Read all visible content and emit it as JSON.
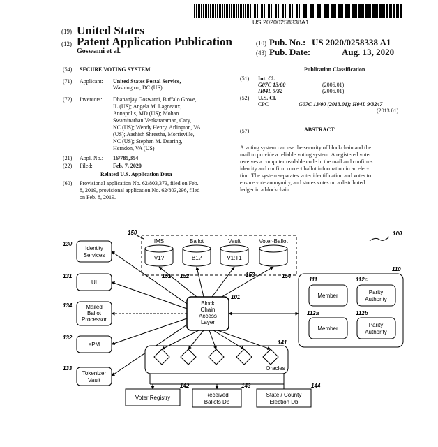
{
  "header": {
    "barcode_number": "US 20200258338A1",
    "country_code": "(19)",
    "country": "United States",
    "type_code": "(12)",
    "type": "Patent Application Publication",
    "inventor_short": "Goswami et al.",
    "pubno_code": "(10)",
    "pubno_label": "Pub. No.:",
    "pubno": "US 2020/0258338 A1",
    "pubdate_code": "(43)",
    "pubdate_label": "Pub. Date:",
    "pubdate": "Aug. 13, 2020"
  },
  "left": {
    "title_code": "(54)",
    "title": "SECURE VOTING SYSTEM",
    "applicant_code": "(71)",
    "applicant_label": "Applicant:",
    "applicant_name": "United States Postal Service,",
    "applicant_loc": "Washington, DC (US)",
    "inventors_code": "(72)",
    "inventors_label": "Inventors:",
    "inventors_lines": [
      "Dhananjay Goswami, Buffalo Grove,",
      "IL (US); Angela M. Lagneaux,",
      "Annapolis, MD (US); Mohan",
      "Swaminathan Venkataraman, Cary,",
      "NC (US); Wendy Henry, Arlington, VA",
      "(US); Aashish Shrestha, Morrisville,",
      "NC (US); Stephen M. Dearing,",
      "Herndon, VA (US)"
    ],
    "applno_code": "(21)",
    "applno_label": "Appl. No.:",
    "applno": "16/785,354",
    "filed_code": "(22)",
    "filed_label": "Filed:",
    "filed": "Feb. 7, 2020",
    "related_heading": "Related U.S. Application Data",
    "prov_code": "(60)",
    "prov_lines": [
      "Provisional application No. 62/803,373, filed on Feb.",
      "8, 2019, provisional application No. 62/803,296, filed",
      "on Feb. 8, 2019."
    ]
  },
  "right": {
    "pub_class_heading": "Publication Classification",
    "intcl_code": "(51)",
    "intcl_label": "Int. Cl.",
    "intcl_rows": [
      {
        "code": "G07C 13/00",
        "date": "(2006.01)"
      },
      {
        "code": "H04L 9/32",
        "date": "(2006.01)"
      }
    ],
    "uscl_code": "(52)",
    "uscl_label": "U.S. Cl.",
    "cpc_label": "CPC",
    "cpc_line1": "G07C 13/00 (2013.01); H04L 9/3247",
    "cpc_line2": "(2013.01)",
    "abstract_code": "(57)",
    "abstract_heading": "ABSTRACT",
    "abstract_lines": [
      "A voting system can use the security of blockchain and the",
      "mail to provide a reliable voting system. A registered voter",
      "receives a computer readable code in the mail and confirms",
      "identity and confirm correct ballot information in an elec-",
      "tion. The system separates voter identification and votes to",
      "ensure vote anonymity, and stores votes on a distributed",
      "ledger in a blockchain."
    ]
  },
  "diagram": {
    "ref_100": "100",
    "ref_150": "150",
    "db_labels": [
      "IMS",
      "Ballot",
      "Vault",
      "Voter-Ballot"
    ],
    "db_values": [
      "V1?",
      "B1?",
      "V1:T1",
      ""
    ],
    "db_refs": [
      "151",
      "152",
      "153",
      "154"
    ],
    "left_boxes": [
      {
        "ref": "130",
        "label": "Identity\nServices"
      },
      {
        "ref": "131",
        "label": "UI"
      },
      {
        "ref": "134",
        "label": "Mailed\nBallot\nProcessor"
      },
      {
        "ref": "132",
        "label": "ePM"
      },
      {
        "ref": "133",
        "label": "Tokenizer\nVault"
      }
    ],
    "center_label": "Block\nChain\nAccess\nLayer",
    "ref_101": "101",
    "ref_110": "110",
    "right_cells": [
      {
        "ref": "111",
        "label": "Member"
      },
      {
        "ref": "112c",
        "label": "Parity\nAuthority"
      },
      {
        "ref": "112a",
        "label": "Member"
      },
      {
        "ref": "112b",
        "label": "Parity\nAuthority"
      }
    ],
    "ref_141": "141",
    "oracles_label": "Oracles",
    "bottom_boxes": [
      {
        "ref": "142",
        "label": "Voter Registry"
      },
      {
        "ref": "143",
        "label": "Received\nBallots Db"
      },
      {
        "ref": "144",
        "label": "State / County\nElection Db"
      }
    ]
  }
}
